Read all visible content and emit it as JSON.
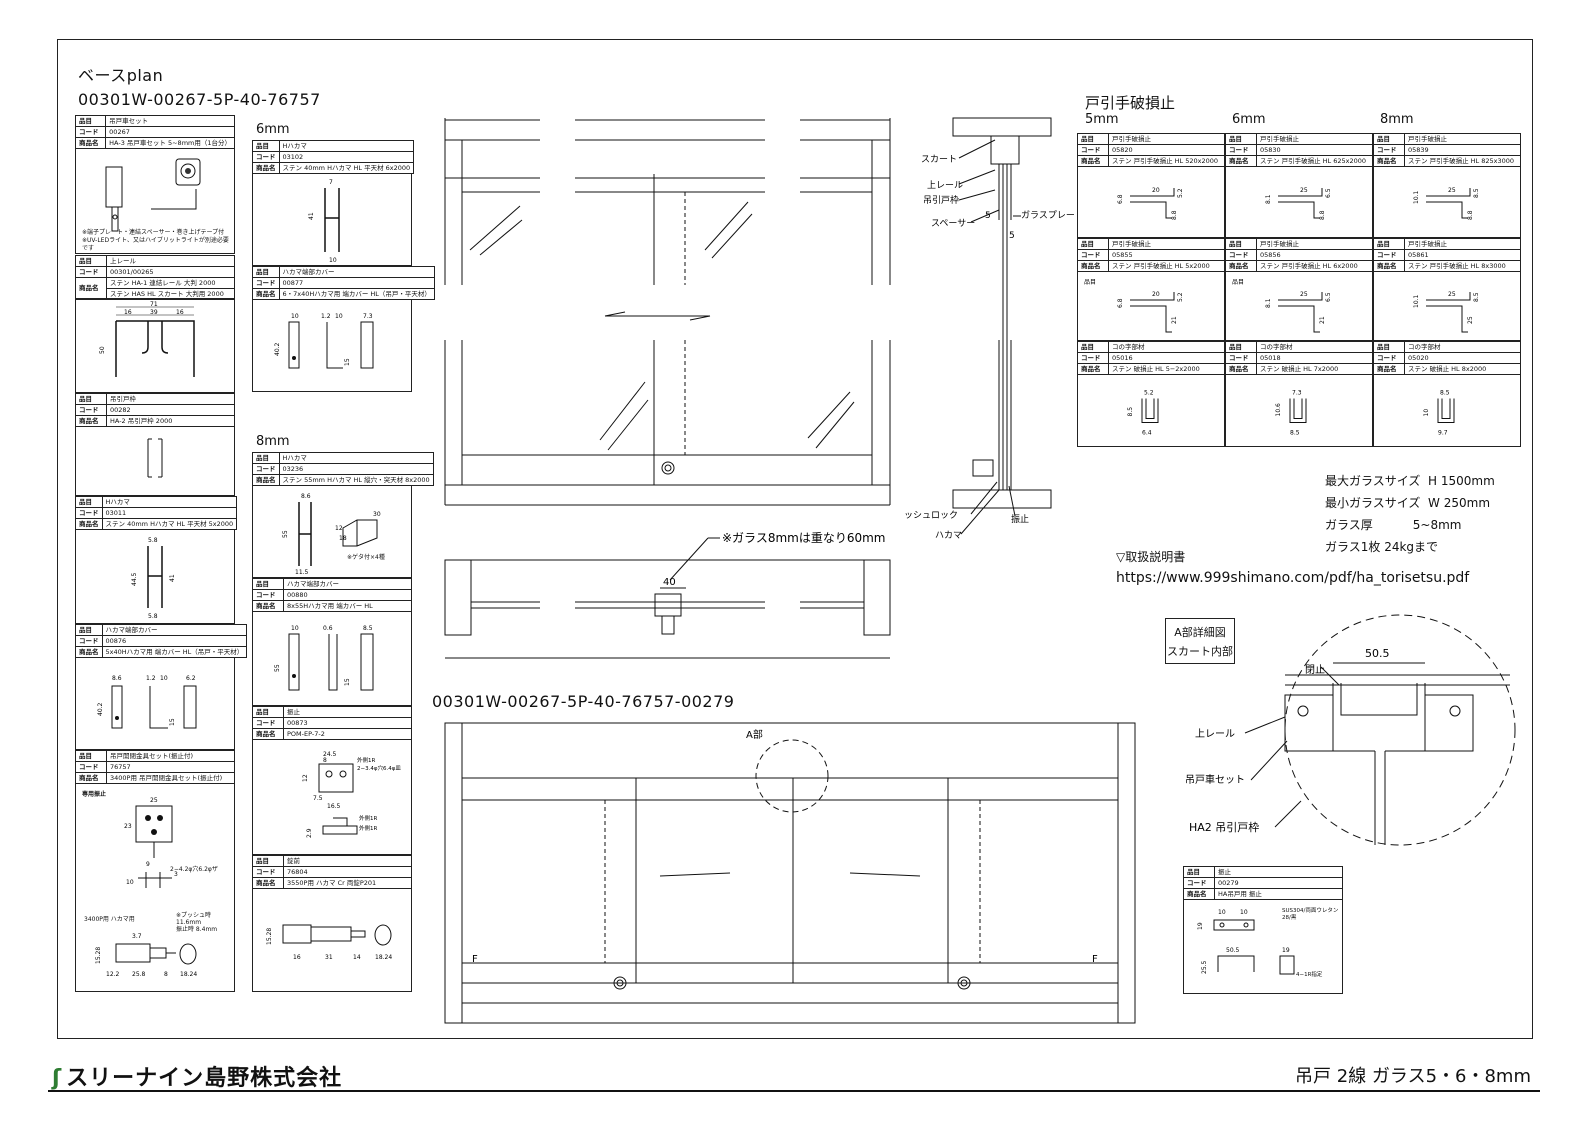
{
  "header": {
    "title": "ベースplan",
    "code": "00301W-00267-5P-40-76757"
  },
  "mid_code": "00301W-00267-5P-40-76757-00279",
  "col1": {
    "t1": {
      "r1k": "品目",
      "r1v": "吊戸車セット",
      "r2k": "コード",
      "r2v": "00267",
      "r3k": "商品名",
      "r3v": "HA-3 吊戸車セット 5~8mm用（1台分）"
    },
    "t1_note": "※端子プレート・連結スペーサー・巻き上げテープ付\n※UV-LEDライト、又はハイブリットライトが別途必要です",
    "t2": {
      "r1k": "品目",
      "r1v": "上レール",
      "r2k": "コード",
      "r2v": "00301/00265",
      "r3k": "商品名",
      "r3v": "ステン HA-1 連結レール 大判 2000",
      "r4v": "ステン HAS HL スカート 大判用 2000"
    },
    "t2_dims": [
      "71",
      "16",
      "39",
      "16",
      "50"
    ],
    "t3": {
      "r1k": "品目",
      "r1v": "吊引戸枠",
      "r2k": "コード",
      "r2v": "00282",
      "r3k": "商品名",
      "r3v": "HA-2 吊引戸枠 2000"
    },
    "t4": {
      "r1k": "品目",
      "r1v": "Hハカマ",
      "r2k": "コード",
      "r2v": "03011",
      "r3k": "商品名",
      "r3v": "ステン 40mm Hハカマ HL 平天材 5x2000"
    },
    "t4_dims": [
      "5.8",
      "44.5",
      "41",
      "5.8"
    ],
    "t5": {
      "r1k": "品目",
      "r1v": "ハカマ端部カバー",
      "r2k": "コード",
      "r2v": "00876",
      "r3k": "商品名",
      "r3v": "5x40Hハカマ用 端カバー HL（吊戸・平天材）"
    },
    "t5_dims": [
      "8.6",
      "1.2",
      "10",
      "6.2",
      "40.2",
      "15"
    ],
    "t6": {
      "r1k": "品目",
      "r1v": "吊戸開閉金具セット(振止付)",
      "r2k": "コード",
      "r2v": "76757",
      "r3k": "商品名",
      "r3v": "3400P用 吊戸開閉金具セット(振止付)"
    },
    "t6_note1": "専用振止",
    "t6_note2": "2−4.2φ穴6.2φザ",
    "t6_note3": "3400P用 ハカマ用",
    "t6_note4": "※プッシュ時11.6mm\n振止時 8.4mm",
    "t6_dims": [
      "25",
      "23",
      "9",
      "3",
      "10",
      "3.7",
      "15.28",
      "12.2",
      "25.8",
      "8",
      "18.24"
    ]
  },
  "col2": {
    "h6": "6mm",
    "h8": "8mm",
    "t1": {
      "r1k": "品目",
      "r1v": "Hハカマ",
      "r2k": "コード",
      "r2v": "03102",
      "r3k": "商品名",
      "r3v": "ステン 40mm Hハカマ HL 平天材 6x2000"
    },
    "t1_dims": [
      "7",
      "41",
      "10"
    ],
    "t2": {
      "r1k": "品目",
      "r1v": "ハカマ端部カバー",
      "r2k": "コード",
      "r2v": "00877",
      "r3k": "商品名",
      "r3v": "6・7x40Hハカマ用 端カバー HL（吊戸・平天材）"
    },
    "t2_dims": [
      "10",
      "1.2",
      "10",
      "7.3",
      "40.2",
      "15"
    ],
    "t3": {
      "r1k": "品目",
      "r1v": "Hハカマ",
      "r2k": "コード",
      "r2v": "03236",
      "r3k": "商品名",
      "r3v": "ステン 55mm Hハカマ HL 縦穴・突天材 8x2000"
    },
    "t3_dims": [
      "8.6",
      "55",
      "11.5",
      "12",
      "18",
      "30"
    ],
    "t3_note": "※ゲタ付×4種",
    "t4": {
      "r1k": "品目",
      "r1v": "ハカマ端部カバー",
      "r2k": "コード",
      "r2v": "00880",
      "r3k": "商品名",
      "r3v": "8x55Hハカマ用 端カバー HL"
    },
    "t4_dims": [
      "10",
      "0.6",
      "8.5",
      "55",
      "15"
    ],
    "t5": {
      "r1k": "品目",
      "r1v": "振止",
      "r2k": "コード",
      "r2v": "00873",
      "r3k": "商品名",
      "r3v": "POM-EP-7-2"
    },
    "t5_dims": [
      "24.5",
      "8",
      "12",
      "7.5",
      "16.5",
      "2.9"
    ],
    "t5_notes": [
      "外側1R",
      "2−3.4φ穴6.4φ皿",
      "外側1R",
      "外側1R"
    ],
    "t6": {
      "r1k": "品目",
      "r1v": "錠前",
      "r2k": "コード",
      "r2v": "76804",
      "r3k": "商品名",
      "r3v": "3550P用 ハカマ Cr 両錠P201"
    },
    "t6_dims": [
      "15.28",
      "16",
      "31",
      "14",
      "18.24"
    ]
  },
  "section": {
    "labels": [
      "スカート",
      "上レール",
      "吊引戸枠",
      "スペーサー",
      "ガラスプレート",
      "プッシュロック",
      "ハカマ",
      "振止"
    ],
    "dims": [
      "5",
      "5"
    ]
  },
  "plan": {
    "note": "※ガラス8mmは重なり60mm",
    "dim": "40"
  },
  "lower": {
    "a_label": "A部",
    "f_left": "F",
    "f_right": "F"
  },
  "hiki": {
    "title": "戸引手破損止",
    "cols": [
      "5mm",
      "6mm",
      "8mm"
    ],
    "row1": [
      {
        "k1": "品目",
        "v1": "戸引手破損止",
        "k2": "コード",
        "v2": "05820",
        "k3": "商品名",
        "v3": "ステン 戸引手破損止 HL 520x2000",
        "dims": [
          "20",
          "5.2",
          "6.8",
          "8.8"
        ]
      },
      {
        "k1": "品目",
        "v1": "戸引手破損止",
        "k2": "コード",
        "v2": "05830",
        "k3": "商品名",
        "v3": "ステン 戸引手破損止 HL 625x2000",
        "dims": [
          "25",
          "6.5",
          "8.1",
          "8.8"
        ]
      },
      {
        "k1": "品目",
        "v1": "戸引手破損止",
        "k2": "コード",
        "v2": "05839",
        "k3": "商品名",
        "v3": "ステン 戸引手破損止 HL 825x3000",
        "dims": [
          "25",
          "8.5",
          "10.1",
          "8.8"
        ]
      }
    ],
    "row2": [
      {
        "k1": "品目",
        "v1": "戸引手破損止",
        "k2": "コード",
        "v2": "05855",
        "k3": "商品名",
        "v3": "ステン 戸引手破損止 HL 5x2000",
        "dims": [
          "20",
          "5.2",
          "6.8",
          "21"
        ],
        "pre": "品目"
      },
      {
        "k1": "品目",
        "v1": "戸引手破損止",
        "k2": "コード",
        "v2": "05856",
        "k3": "商品名",
        "v3": "ステン 戸引手破損止 HL 6x2000",
        "dims": [
          "25",
          "6.5",
          "8.1",
          "21"
        ],
        "pre": "品目"
      },
      {
        "k1": "品目",
        "v1": "戸引手破損止",
        "k2": "コード",
        "v2": "05861",
        "k3": "商品名",
        "v3": "ステン 戸引手破損止 HL 8x3000",
        "dims": [
          "25",
          "8.5",
          "10.1",
          "25"
        ]
      }
    ],
    "row3": [
      {
        "k1": "品目",
        "v1": "コの字部材",
        "k2": "コード",
        "v2": "05016",
        "k3": "商品名",
        "v3": "ステン 破損止 HL 5−2x2000",
        "dims": [
          "5.2",
          "8.5",
          "6.4"
        ]
      },
      {
        "k1": "品目",
        "v1": "コの字部材",
        "k2": "コード",
        "v2": "05018",
        "k3": "商品名",
        "v3": "ステン 破損止 HL 7x2000",
        "dims": [
          "7.3",
          "10.6",
          "8.5"
        ]
      },
      {
        "k1": "品目",
        "v1": "コの字部材",
        "k2": "コード",
        "v2": "05020",
        "k3": "商品名",
        "v3": "ステン 破損止 HL 8x2000",
        "dims": [
          "8.5",
          "10",
          "9.7"
        ]
      }
    ]
  },
  "specs": {
    "rows": [
      {
        "k": "最大ガラスサイズ",
        "v": "H 1500mm"
      },
      {
        "k": "最小ガラスサイズ",
        "v": "W  250mm"
      },
      {
        "k": "ガラス厚",
        "v": "5~8mm"
      },
      {
        "k": "ガラス1枚 24kgまで",
        "v": ""
      }
    ],
    "manual_label": "▽取扱説明書",
    "url": "https://www.999shimano.com/pdf/ha_torisetsu.pdf"
  },
  "detail": {
    "box1": "A部詳細図",
    "box2": "スカート内部",
    "dim": "50.5",
    "labels": [
      "閉止",
      "上レール",
      "吊戸車セット",
      "HA2 吊引戸枠"
    ]
  },
  "stopper": {
    "r1k": "品目",
    "r1v": "振止",
    "r2k": "コード",
    "r2v": "00279",
    "r3k": "商品名",
    "r3v": "HA吊戸用 振止",
    "note": "SUS304/両面ウレタン\n28/黒",
    "note2": "4−1R指定",
    "dims": [
      "10",
      "10",
      "19",
      "50.5",
      "19",
      "25.5"
    ]
  },
  "footer": {
    "company": "スリーナイン島野株式会社",
    "right": "吊戸 2線 ガラス5・6・8mm"
  }
}
